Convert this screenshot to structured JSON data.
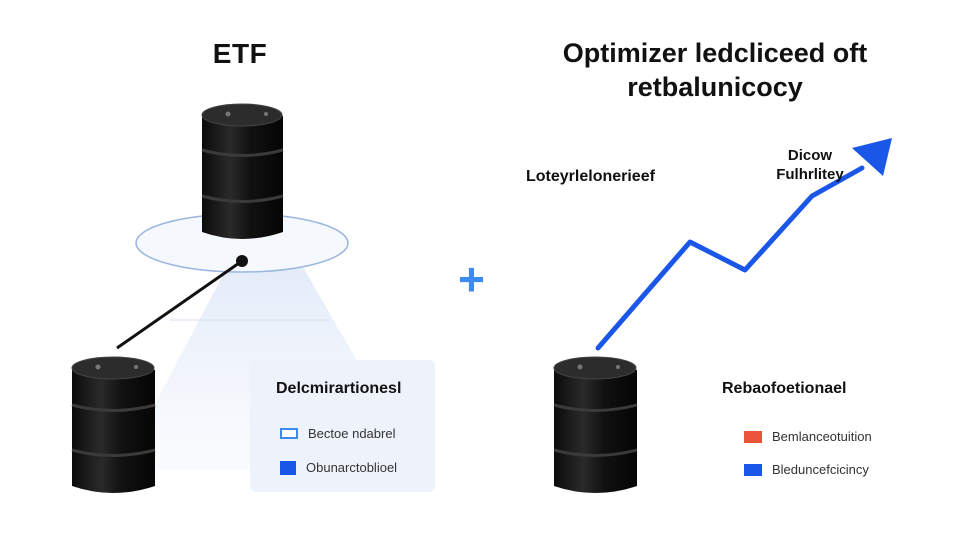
{
  "left_panel": {
    "title": "ETF",
    "legend": {
      "title": "Delcmirartionesl",
      "items": [
        {
          "label": "Bectoe ndabrel",
          "color": "#3d8bf0",
          "style": "outline"
        },
        {
          "label": "Obunarctoblioel",
          "color": "#1a56e8",
          "style": "solid"
        }
      ]
    }
  },
  "connector": {
    "symbol": "+"
  },
  "right_panel": {
    "title_lines": [
      "Optimizer ledcliceed oft",
      "retbalunicocy"
    ],
    "side_label": "Loteyrlelonerieef",
    "arrow_label_lines": [
      "Dicow",
      "Fulhrlitey"
    ],
    "legend": {
      "title": "Rebaofoetionael",
      "items": [
        {
          "label": "Bemlanceotuition",
          "color": "#e8553a"
        },
        {
          "label": "Bleduncefcicincy",
          "color": "#1a56e8"
        }
      ]
    },
    "trend_colors": {
      "line": "#1a56e8"
    }
  }
}
